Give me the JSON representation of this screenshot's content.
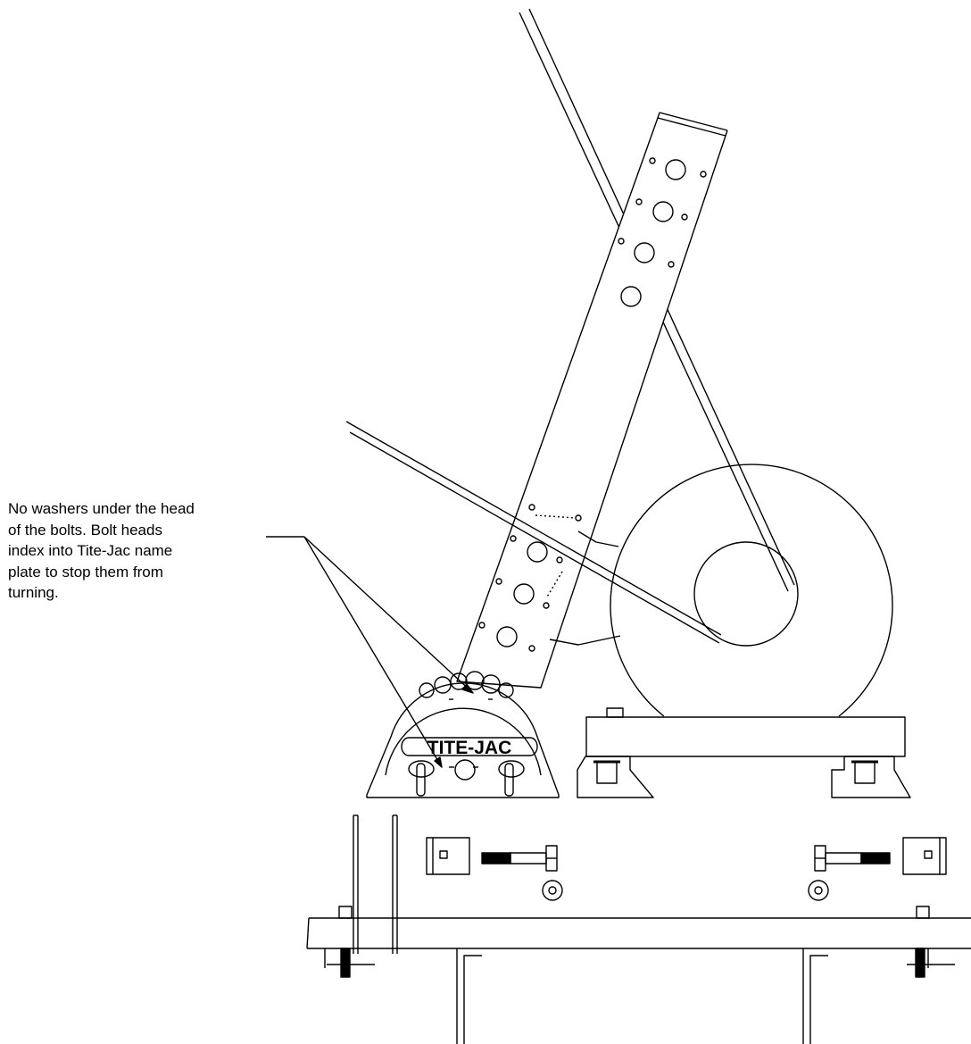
{
  "annotation": {
    "lines": [
      "No washers under the head",
      "of the bolts.  Bolt heads",
      "index into Tite-Jac name",
      "plate to stop them from",
      "turning."
    ]
  },
  "nameplate": {
    "label": "TITE-JAC"
  },
  "colors": {
    "ink": "#000000",
    "background": "#ffffff"
  }
}
